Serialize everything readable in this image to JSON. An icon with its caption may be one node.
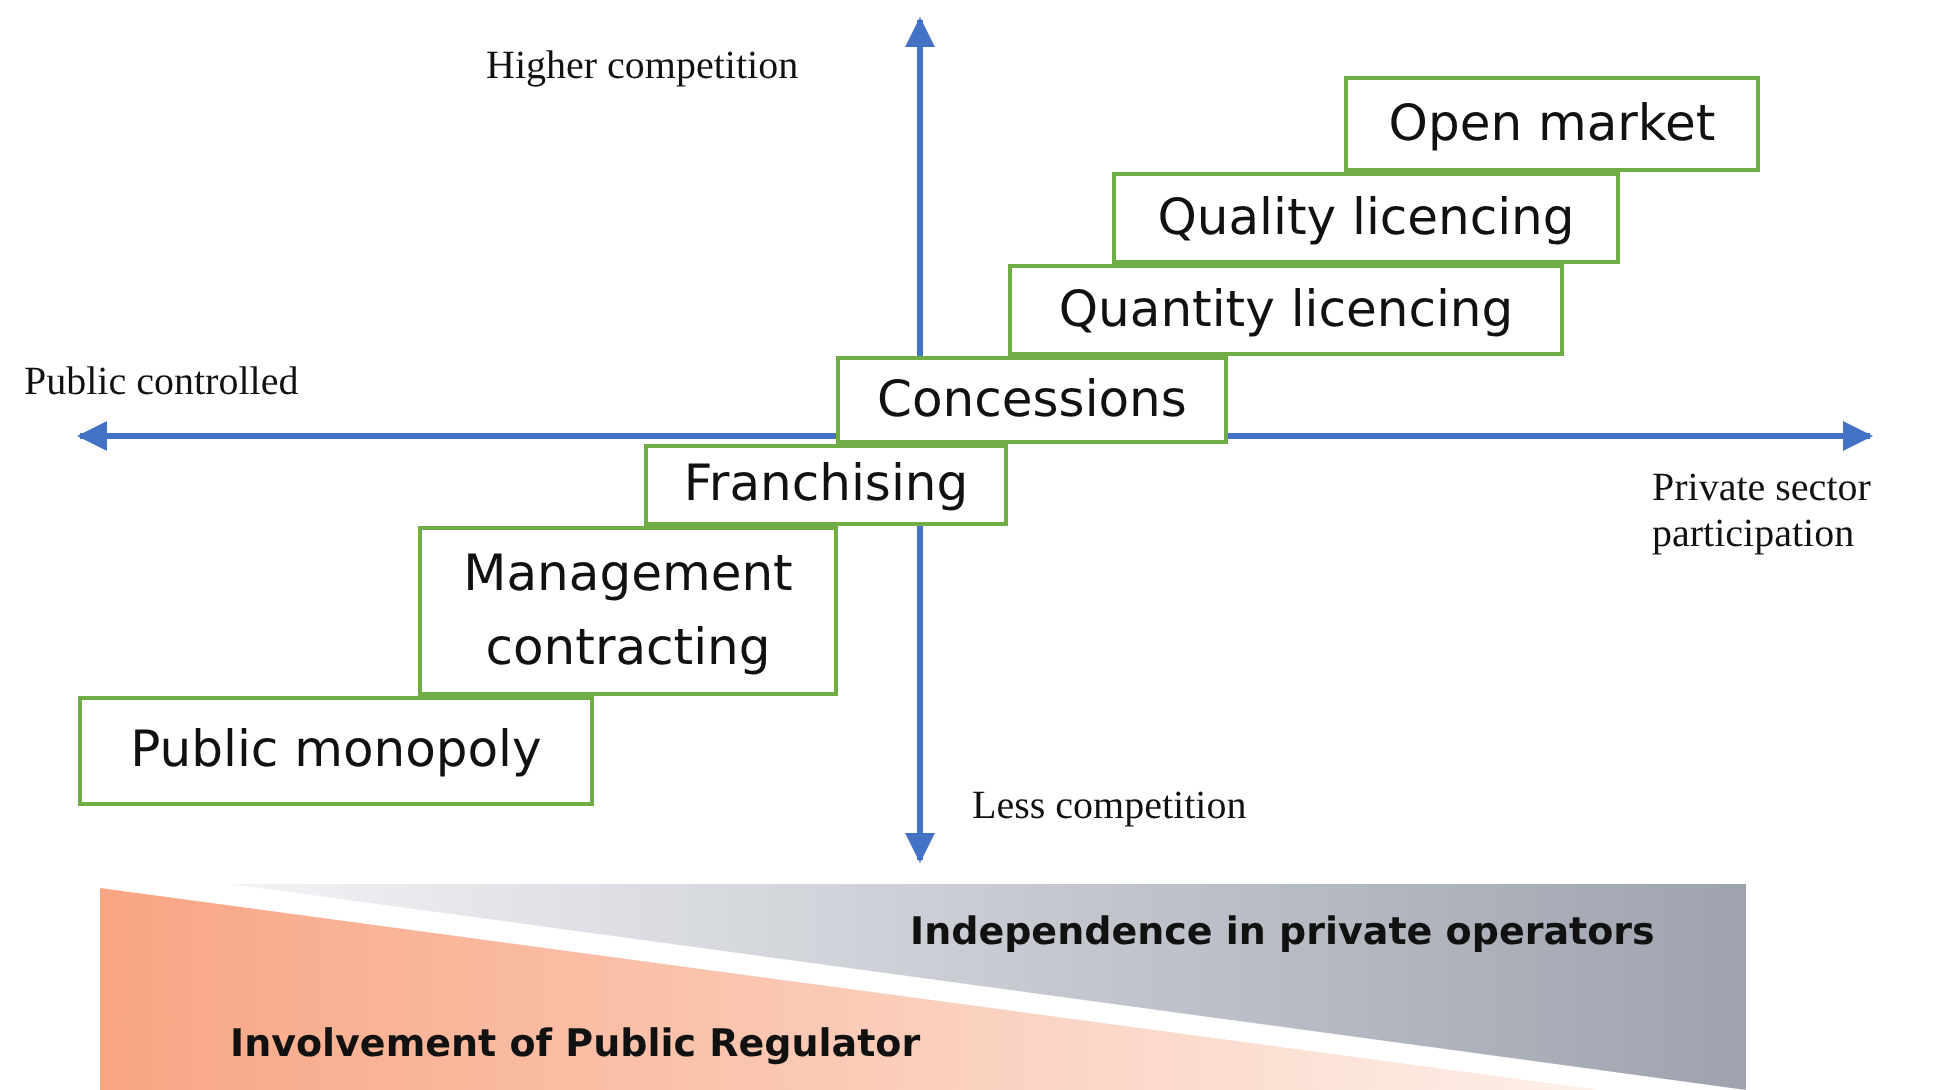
{
  "diagram": {
    "nodes": [
      {
        "text": [
          "Open market"
        ]
      },
      {
        "text": [
          "Quality licencing"
        ]
      },
      {
        "text": [
          "Quantity licencing"
        ]
      },
      {
        "text": [
          "Concessions"
        ]
      },
      {
        "text": [
          "Franchising"
        ]
      },
      {
        "text": [
          "Management contracting"
        ]
      },
      {
        "text": [
          "Public monopoly"
        ]
      }
    ],
    "labels": [
      "Higher competition",
      "Public controlled",
      "Private sector participation",
      "Less competition",
      "Independence in private operators",
      "Involvement of Public Regulator"
    ]
  }
}
